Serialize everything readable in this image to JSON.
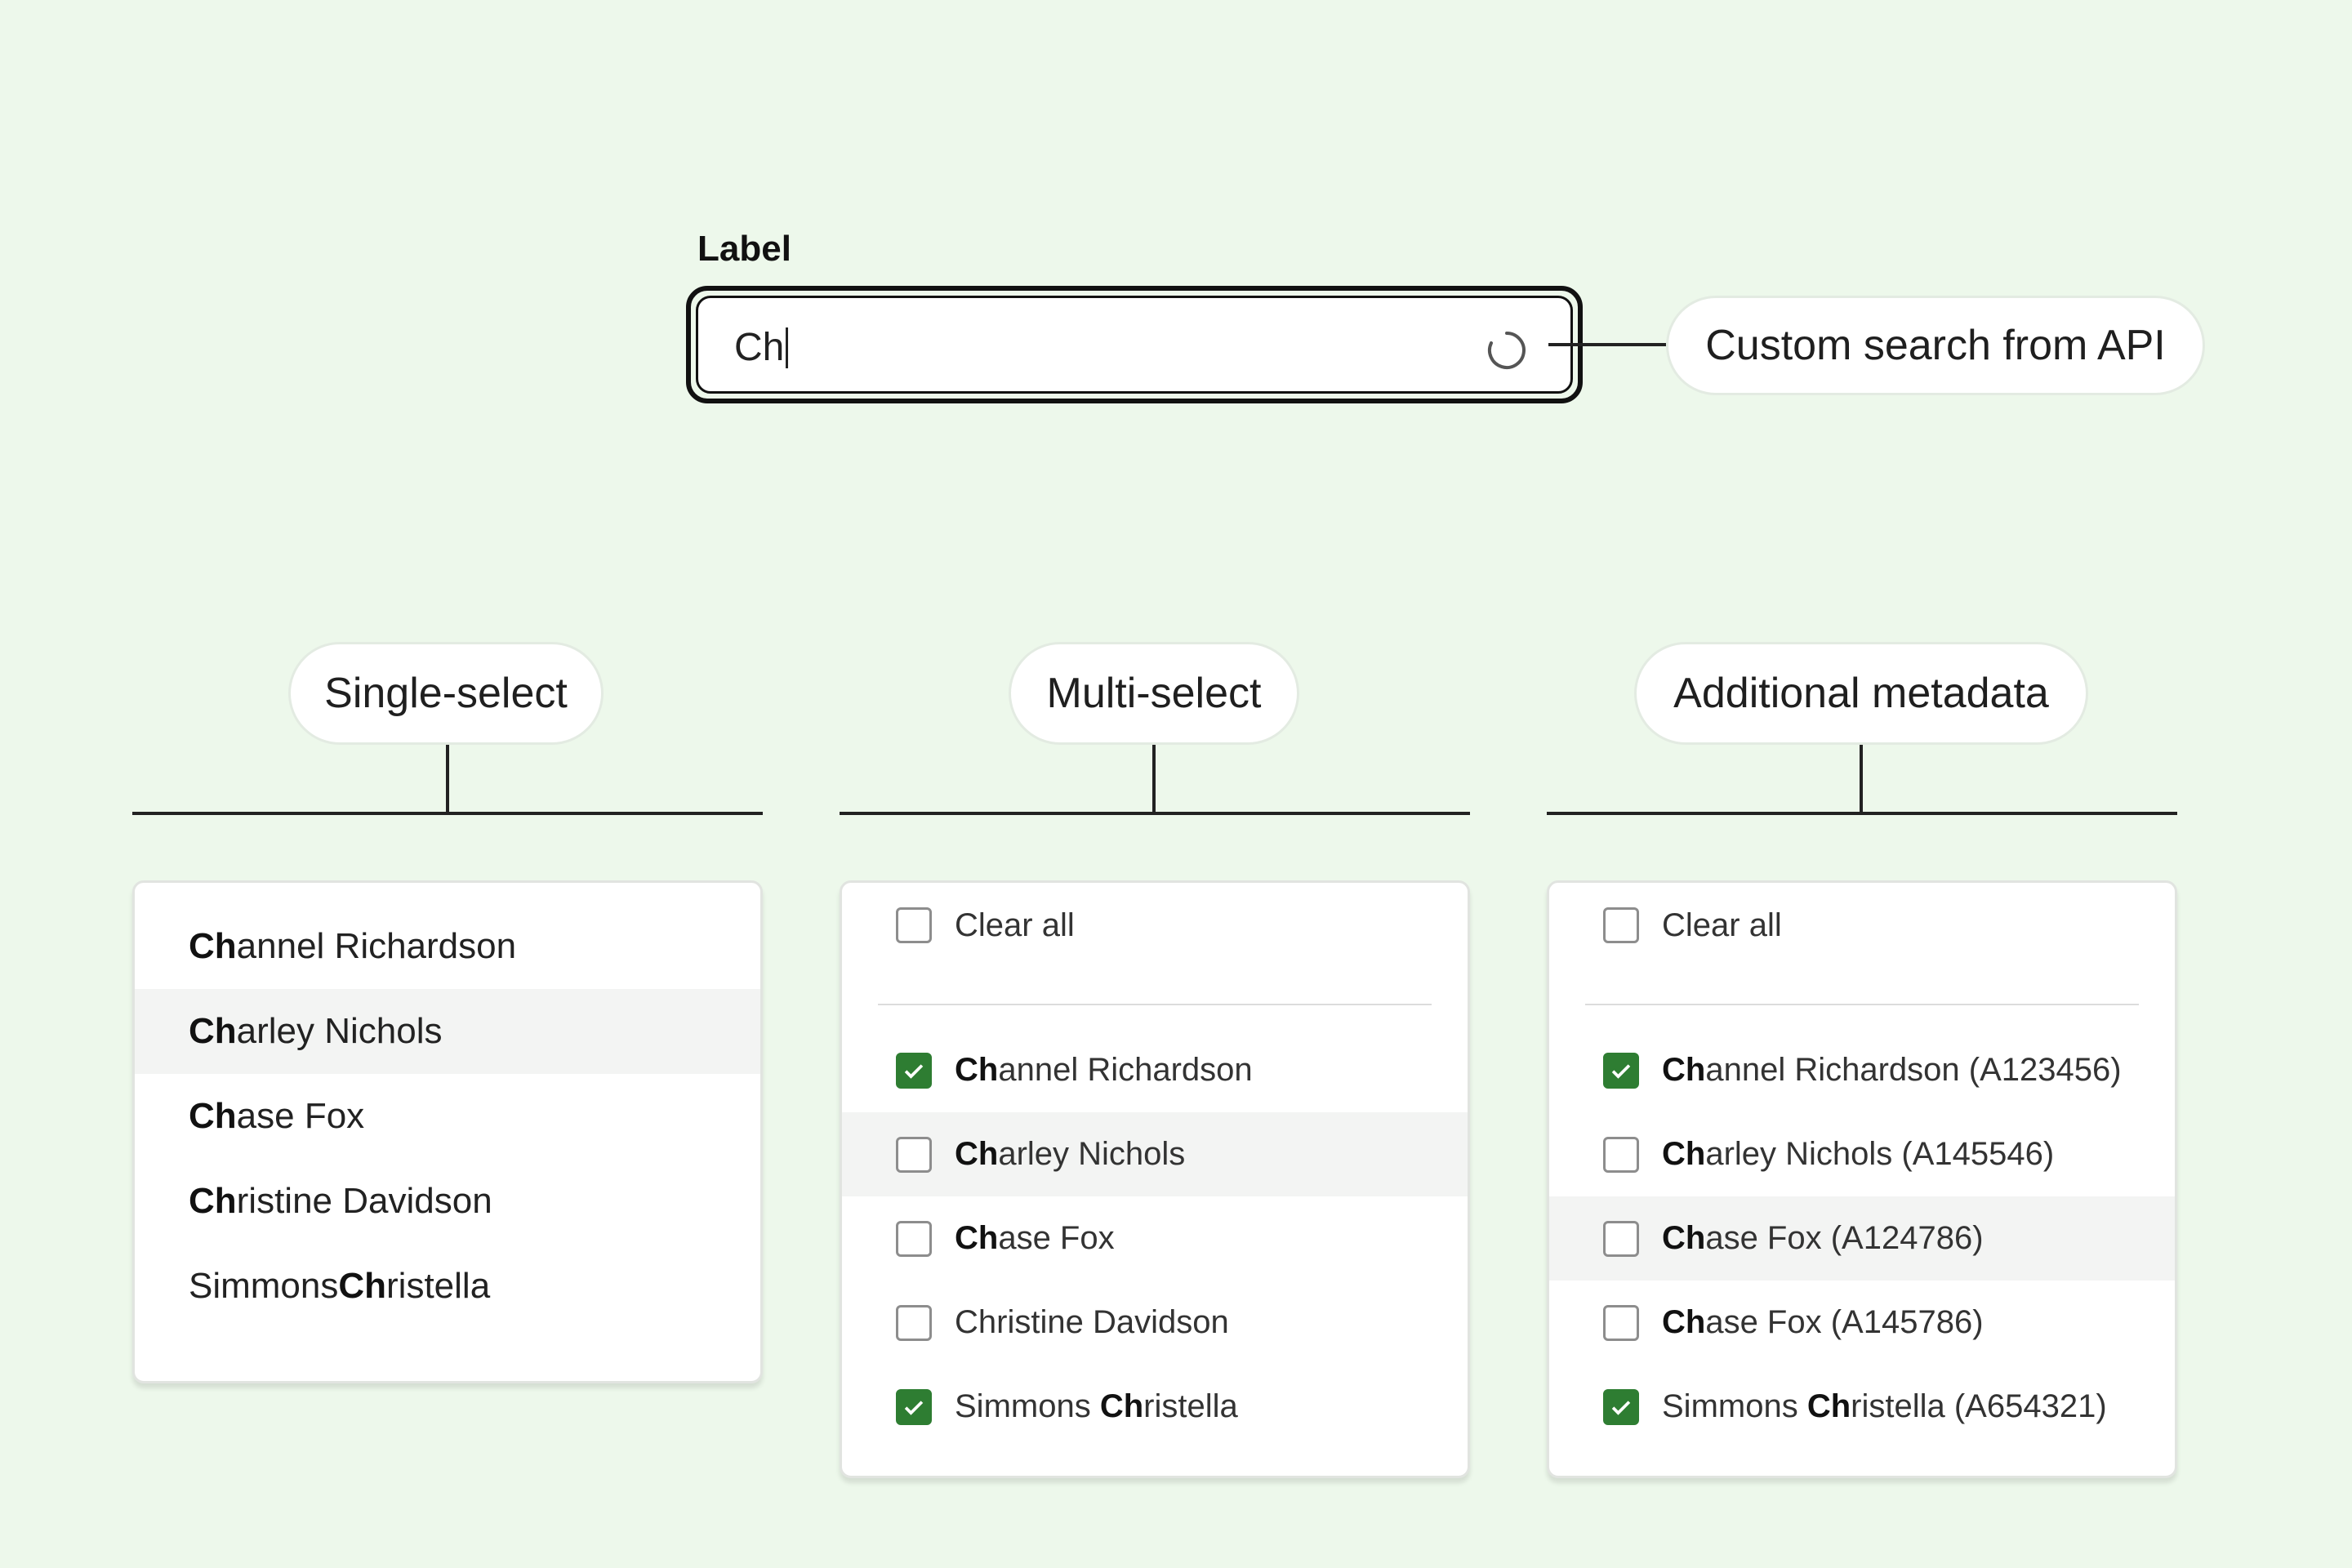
{
  "search": {
    "label": "Label",
    "value": "Ch",
    "annotation": "Custom search from API",
    "spinner_icon": "loading-spinner-icon"
  },
  "single": {
    "pill": "Single-select",
    "items": [
      {
        "match": "Ch",
        "rest": "annel Richardson",
        "pre": "",
        "highlighted": false
      },
      {
        "match": "Ch",
        "rest": "arley Nichols",
        "pre": "",
        "highlighted": true
      },
      {
        "match": "Ch",
        "rest": "ase Fox",
        "pre": "",
        "highlighted": false
      },
      {
        "match": "Ch",
        "rest": "ristine Davidson",
        "pre": "",
        "highlighted": false
      },
      {
        "match": "Ch",
        "rest": "ristella",
        "pre": "Simmons ",
        "highlighted": false
      }
    ]
  },
  "multi": {
    "pill": "Multi-select",
    "clear_all": "Clear all",
    "items": [
      {
        "pre": "",
        "match": "Ch",
        "rest": "annel Richardson",
        "checked": true,
        "highlighted": false
      },
      {
        "pre": "",
        "match": "Ch",
        "rest": "arley Nichols",
        "checked": false,
        "highlighted": true
      },
      {
        "pre": "",
        "match": "Ch",
        "rest": "ase Fox",
        "checked": false,
        "highlighted": false
      },
      {
        "pre": "Christine Davidson",
        "match": "",
        "rest": "",
        "checked": false,
        "highlighted": false
      },
      {
        "pre": "Simmons ",
        "match": "Ch",
        "rest": "ristella",
        "checked": true,
        "highlighted": false
      }
    ]
  },
  "meta": {
    "pill": "Additional metadata",
    "clear_all": "Clear all",
    "items": [
      {
        "pre": "",
        "match": "Ch",
        "rest": "annel Richardson (A123456)",
        "checked": true,
        "highlighted": false
      },
      {
        "pre": "",
        "match": "Ch",
        "rest": "arley Nichols (A145546)",
        "checked": false,
        "highlighted": false
      },
      {
        "pre": "",
        "match": "Ch",
        "rest": "ase Fox (A124786)",
        "checked": false,
        "highlighted": true
      },
      {
        "pre": "",
        "match": "Ch",
        "rest": "ase Fox (A145786)",
        "checked": false,
        "highlighted": false
      },
      {
        "pre": "Simmons ",
        "match": "Ch",
        "rest": "ristella (A654321)",
        "checked": true,
        "highlighted": false
      }
    ]
  },
  "colors": {
    "background": "#edf8eb",
    "checkbox_checked": "#2e7d32",
    "row_highlight": "#f3f4f3"
  }
}
